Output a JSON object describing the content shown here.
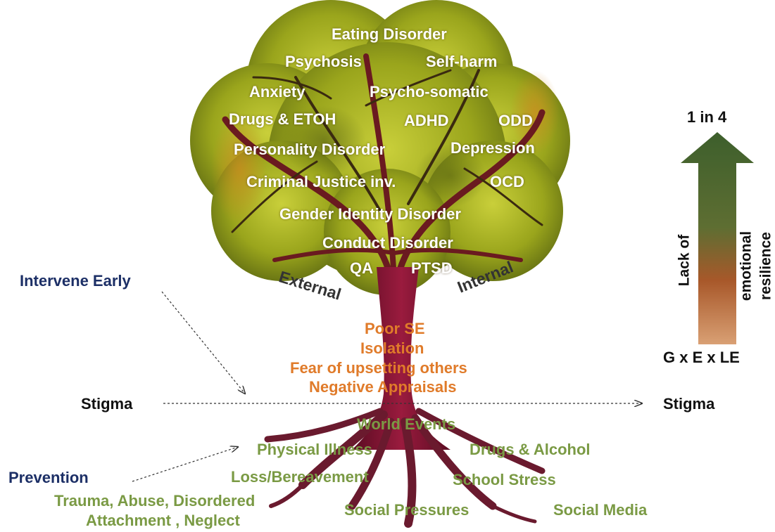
{
  "canopy": {
    "eating_disorder": "Eating Disorder",
    "psychosis": "Psychosis",
    "self_harm": "Self-harm",
    "anxiety": "Anxiety",
    "psycho_somatic": "Psycho-somatic",
    "drugs_etoh": "Drugs & ETOH",
    "adhd": "ADHD",
    "odd": "ODD",
    "personality_disorder": "Personality Disorder",
    "depression": "Depression",
    "criminal_justice": "Criminal Justice inv.",
    "ocd": "OCD",
    "gender_identity": "Gender Identity Disorder",
    "conduct_disorder": "Conduct Disorder",
    "qa": "QA",
    "ptsd": "PTSD"
  },
  "branches": {
    "external": "External",
    "internal": "Internal"
  },
  "trunk": {
    "poor_se": "Poor SE",
    "isolation": "Isolation",
    "fear": "Fear of upsetting others",
    "negative_appraisals": "Negative Appraisals"
  },
  "roots": {
    "world_events": "World Events",
    "physical_illness": "Physical Illness",
    "drugs_alcohol": "Drugs & Alcohol",
    "loss_bereavement": "Loss/Bereavement",
    "school_stress": "School Stress",
    "trauma_line1": "Trauma, Abuse,  Disordered",
    "trauma_line2": "Attachment , Neglect",
    "social_pressures": "Social Pressures",
    "social_media": "Social Media"
  },
  "side": {
    "intervene_early": "Intervene Early",
    "prevention": "Prevention",
    "stigma_left": "Stigma",
    "stigma_right": "Stigma"
  },
  "resilience": {
    "top_label": "1 in 4",
    "bottom_label": "G x E x LE",
    "lack_of": "Lack of",
    "emotional": "emotional",
    "resilience": "resilience"
  },
  "colors": {
    "canopy": "#9aa51c",
    "trunk": "#7a1230",
    "trunk_text": "#e07b2a",
    "root_text": "#7a9a44",
    "side_text": "#1c2f66",
    "arrow_top": "#3d5f2c",
    "arrow_bottom": "#d9956a"
  }
}
